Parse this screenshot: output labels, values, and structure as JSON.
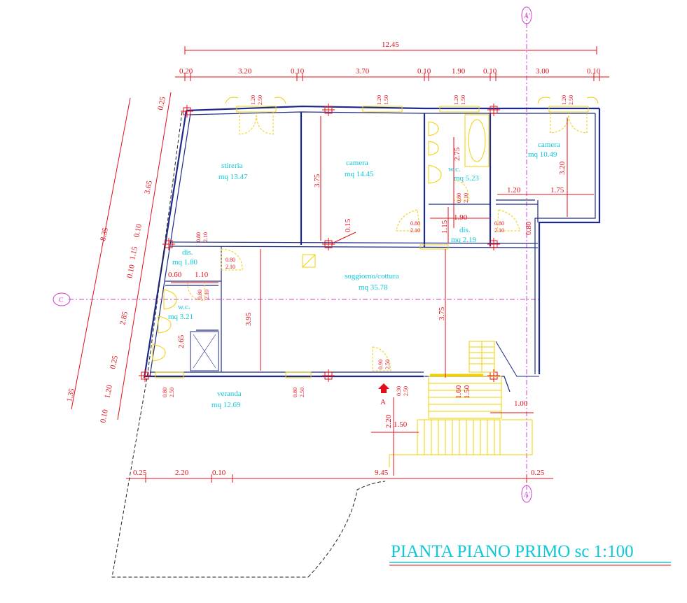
{
  "title": "PIANTA PIANO PRIMO sc 1:100",
  "section_marks": {
    "a_top": "A'",
    "a_bottom": "A'",
    "c_left": "C",
    "entry": "A"
  },
  "top_total": "12.45",
  "top_dims": [
    "0.20",
    "3.20",
    "0.10",
    "3.70",
    "0.10",
    "1.90",
    "0.10",
    "3.00",
    "0.10"
  ],
  "left_dims": [
    "8.35",
    "0.25",
    "3.65",
    "0.10",
    "1.15",
    "0.10",
    "2.85",
    "0.25",
    "1.20",
    "1.35",
    "0.10"
  ],
  "bottom_dims": [
    "0.25",
    "2.20",
    "0.10",
    "9.45",
    "0.25"
  ],
  "rooms": {
    "stireria": {
      "name": "stireria",
      "area": "mq 13.47"
    },
    "camera1": {
      "name": "camera",
      "area": "mq 14.45"
    },
    "wc_top": {
      "name": "w.c.",
      "area": "mq 5.23"
    },
    "camera2": {
      "name": "camera",
      "area": "mq 10.49"
    },
    "dis_left": {
      "name": "dis.",
      "area": "mq 1.80"
    },
    "wc_left": {
      "name": "w.c.",
      "area": "mq 3.21"
    },
    "dis_center": {
      "name": "dis.",
      "area": "mq 2.19"
    },
    "soggiorno": {
      "name": "soggiorno/cottura",
      "area": "mq 35.78"
    },
    "veranda": {
      "name": "veranda",
      "area": "mq 12.69"
    }
  },
  "inner_dims": {
    "h_375_left": "3.75",
    "h_375_right": "3.75",
    "h_395": "3.95",
    "d_015": "0.15",
    "d_275": "2.75",
    "d_320": "3.20",
    "d_120": "1.20",
    "d_175": "1.75",
    "d_190": "1.90",
    "d_115": "1.15",
    "d_080": "0.80",
    "d_060": "0.60",
    "d_110": "1.10",
    "d_265": "2.65",
    "d_220": "2.20",
    "d_150": "1.50",
    "d_100": "1.00",
    "d_160": "1.60",
    "d_150b": "1.50"
  },
  "openings": {
    "w1": [
      "1.20",
      "2.50"
    ],
    "w2": [
      "1.20",
      "1.50"
    ],
    "w3": [
      "1.20",
      "1.50"
    ],
    "w4": [
      "1.20",
      "2.50"
    ],
    "d_wc": [
      "0.80",
      "2.10"
    ],
    "d_dis1": [
      "0.80",
      "2.10"
    ],
    "d_dis2": [
      "0.80",
      "2.10"
    ],
    "d_dis_l": [
      "0.80",
      "2.10"
    ],
    "d_dis_l2": [
      "0.80",
      "2.10"
    ],
    "d_wcl": [
      "0.80",
      "2.10"
    ],
    "d_ver1": [
      "0.80",
      "2.50"
    ],
    "d_ver2": [
      "0.80",
      "2.50"
    ],
    "d_ent": [
      "0.90",
      "2.50"
    ],
    "d_ent2": [
      "0.30",
      "2.50"
    ],
    "d_camera2": [
      "0.80"
    ]
  }
}
